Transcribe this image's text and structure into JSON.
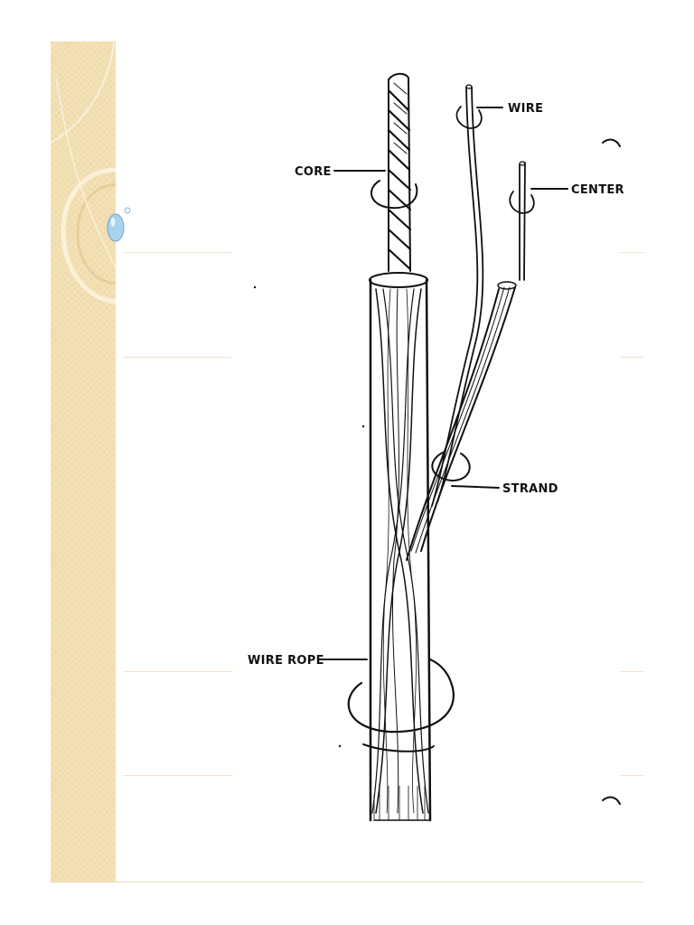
{
  "diagram": {
    "labels": {
      "core": "CORE",
      "wire": "WIRE",
      "center": "CENTER",
      "strand": "STRAND",
      "wire_rope": "WIRE ROPE"
    }
  },
  "colors": {
    "sidebar": "#f2dfb2",
    "rule_line": "#f0e2c6",
    "ink": "#111111",
    "accent_bubble": "#9fc9e6"
  }
}
